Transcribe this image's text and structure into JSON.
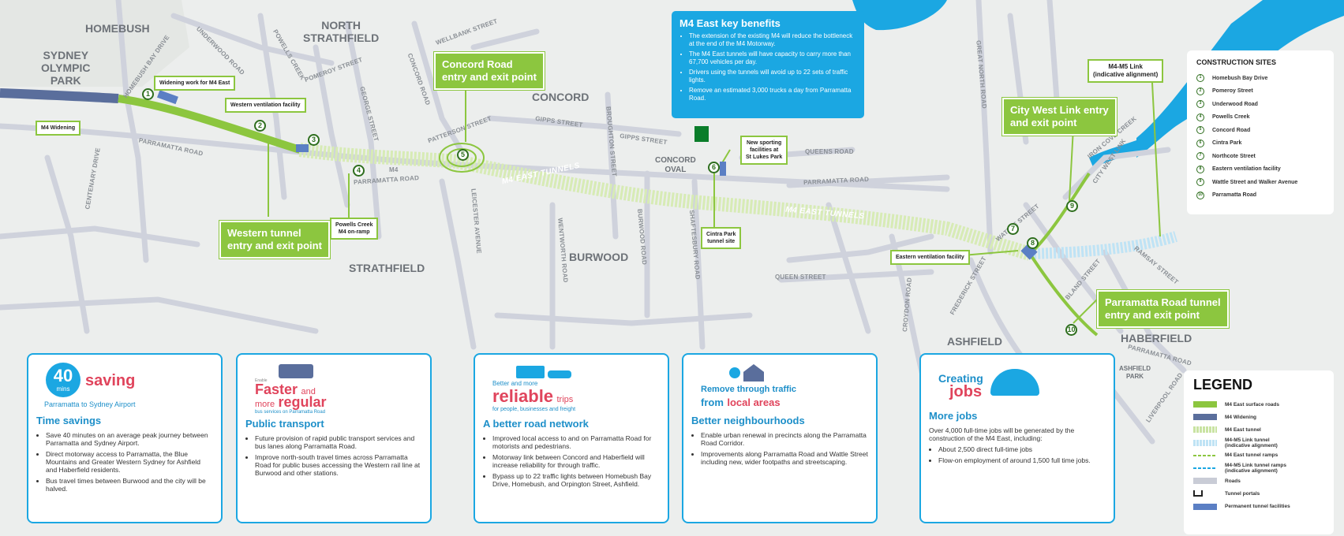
{
  "suburbs": [
    {
      "id": "homebush",
      "label": "HOMEBUSH"
    },
    {
      "id": "sydney-olympic-park",
      "label": "SYDNEY\nOLYMPIC\nPARK"
    },
    {
      "id": "north-strathfield",
      "label": "NORTH\nSTRATHFIELD"
    },
    {
      "id": "concord",
      "label": "CONCORD"
    },
    {
      "id": "concord-oval",
      "label": "CONCORD\nOVAL"
    },
    {
      "id": "strathfield",
      "label": "STRATHFIELD"
    },
    {
      "id": "burwood",
      "label": "BURWOOD"
    },
    {
      "id": "ashfield",
      "label": "ASHFIELD"
    },
    {
      "id": "haberfield",
      "label": "HABERFIELD"
    },
    {
      "id": "ashfield-park",
      "label": "ASHFIELD\nPARK"
    }
  ],
  "streets": [
    {
      "id": "homebush-bay-drive",
      "label": "HOMEBUSH BAY DRIVE"
    },
    {
      "id": "underwood-road",
      "label": "UNDERWOOD ROAD"
    },
    {
      "id": "powells-creek",
      "label": "POWELLS CREEK"
    },
    {
      "id": "pomeroy-street",
      "label": "POMEROY STREET"
    },
    {
      "id": "wellbank-street",
      "label": "WELLBANK STREET"
    },
    {
      "id": "concord-road",
      "label": "CONCORD ROAD"
    },
    {
      "id": "george-street",
      "label": "GEORGE STREET"
    },
    {
      "id": "parramatta-road-west",
      "label": "PARRAMATTA ROAD"
    },
    {
      "id": "parramatta-road-mid",
      "label": "PARRAMATTA ROAD"
    },
    {
      "id": "parramatta-road-east",
      "label": "PARRAMATTA ROAD"
    },
    {
      "id": "parramatta-road-haberfield",
      "label": "PARRAMATTA ROAD"
    },
    {
      "id": "m4-road",
      "label": "M4"
    },
    {
      "id": "centenary-drive",
      "label": "CENTENARY DRIVE"
    },
    {
      "id": "patterson-street",
      "label": "PATTERSON STREET"
    },
    {
      "id": "gipps-street-1",
      "label": "GIPPS STREET"
    },
    {
      "id": "gipps-street-2",
      "label": "GIPPS STREET"
    },
    {
      "id": "queens-road",
      "label": "QUEENS ROAD"
    },
    {
      "id": "leicester-avenue",
      "label": "LEICESTER AVENUE"
    },
    {
      "id": "wentworth-road",
      "label": "WENTWORTH ROAD"
    },
    {
      "id": "broughton-street",
      "label": "BROUGHTON STREET"
    },
    {
      "id": "burwood-road",
      "label": "BURWOOD ROAD"
    },
    {
      "id": "shaftesbury-road",
      "label": "SHAFTESBURY ROAD"
    },
    {
      "id": "queen-street",
      "label": "QUEEN STREET"
    },
    {
      "id": "great-north-road",
      "label": "GREAT NORTH ROAD"
    },
    {
      "id": "iron-cove-creek",
      "label": "IRON COVE CREEK"
    },
    {
      "id": "city-west-link",
      "label": "CITY WEST LINK"
    },
    {
      "id": "wattle-street",
      "label": "WATTLE STREET"
    },
    {
      "id": "frederick-street",
      "label": "FREDERICK STREET"
    },
    {
      "id": "croydon-road",
      "label": "CROYDON ROAD"
    },
    {
      "id": "bland-street",
      "label": "BLAND STREET"
    },
    {
      "id": "ramsay-street",
      "label": "RAMSAY STREET"
    },
    {
      "id": "liverpool-road",
      "label": "LIVERPOOL ROAD"
    }
  ],
  "tunnel_labels": [
    "M4 EAST TUNNELS",
    "M4 EAST TUNNELS"
  ],
  "site_markers": [
    "1",
    "2",
    "3",
    "4",
    "5",
    "6",
    "7",
    "8",
    "9",
    "10"
  ],
  "green_callouts": {
    "concord": "Concord Road\nentry and exit point",
    "western": "Western tunnel\nentry and exit point",
    "city_west": "City West Link entry\nand exit point",
    "parramatta": "Parramatta Road tunnel\nentry and exit point"
  },
  "white_callouts": {
    "m4_widening": "M4 Widening",
    "widening_work": "Widening work for M4 East",
    "western_vent": "Western ventilation facility",
    "powells_ramp": "Powells Creek\nM4 on-ramp",
    "sporting": "New sporting\nfacilities at\nSt Lukes Park",
    "cintra": "Cintra Park\ntunnel site",
    "eastern_vent": "Eastern ventilation facility",
    "m4m5": "M4-M5 Link\n(indicative alignment)"
  },
  "benefits": {
    "title": "M4 East key benefits",
    "items": [
      "The extension of the existing M4 will reduce the bottleneck at the end of the M4 Motorway.",
      "The M4 East tunnels will have capacity to carry more than 67,700 vehicles per day.",
      "Drivers using the tunnels will avoid up to 22 sets of traffic lights.",
      "Remove an estimated 3,000 trucks a day from Parramatta Road."
    ]
  },
  "construction_sites": {
    "title": "CONSTRUCTION SITES",
    "items": [
      {
        "num": "1",
        "name": "Homebush Bay Drive"
      },
      {
        "num": "2",
        "name": "Pomeroy Street"
      },
      {
        "num": "3",
        "name": "Underwood Road"
      },
      {
        "num": "4",
        "name": "Powells Creek"
      },
      {
        "num": "5",
        "name": "Concord Road"
      },
      {
        "num": "6",
        "name": "Cintra Park"
      },
      {
        "num": "7",
        "name": "Northcote Street"
      },
      {
        "num": "8",
        "name": "Eastern ventilation facility"
      },
      {
        "num": "9",
        "name": "Wattle Street and Walker Avenue"
      },
      {
        "num": "10",
        "name": "Parramatta Road"
      }
    ]
  },
  "legend": {
    "title": "LEGEND",
    "items": [
      {
        "label": "M4 East surface roads",
        "swatch": "#8cc63f",
        "style": "solid"
      },
      {
        "label": "M4 Widening",
        "swatch": "#5a6e9c",
        "style": "solid"
      },
      {
        "label": "M4 East tunnel",
        "swatch": "#c9e3a2",
        "style": "dashed"
      },
      {
        "label": "M4-M5 Link tunnel\n(indicative alignment)",
        "swatch": "#bfe3f5",
        "style": "dashed"
      },
      {
        "label": "M4 East tunnel ramps",
        "swatch": "#8cc63f",
        "style": "thin-dash"
      },
      {
        "label": "M4-M5 Link tunnel ramps\n(indicative alignment)",
        "swatch": "#1ba7e2",
        "style": "thin-dash"
      },
      {
        "label": "Roads",
        "swatch": "#c9ccd6",
        "style": "solid"
      },
      {
        "label": "Tunnel portals",
        "swatch": "#222222",
        "style": "portal"
      },
      {
        "label": "Permanent tunnel facilities",
        "swatch": "#5b7fc4",
        "style": "solid"
      }
    ]
  },
  "cards": [
    {
      "id": "time",
      "hero": {
        "big": "40",
        "small": "mins",
        "word": "saving",
        "sub": "Parramatta to Sydney Airport"
      },
      "title": "Time savings",
      "items": [
        "Save 40 minutes on an average peak journey between Parramatta and Sydney Airport.",
        "Direct motorway access to Parramatta, the Blue Mountains and Greater Western Sydney for Ashfield and Haberfield residents.",
        "Bus travel times between Burwood and the city will be halved."
      ]
    },
    {
      "id": "transport",
      "hero": {
        "top": "Enable",
        "line1a": "Faster",
        "line1b": "and",
        "line2a": "more",
        "line2b": "regular",
        "sub": "bus services on Parramatta Road"
      },
      "title": "Public transport",
      "items": [
        "Future provision of rapid public transport services and bus lanes along Parramatta Road.",
        "Improve north-south travel times across Parramatta Road for public buses accessing the Western rail line at Burwood and other stations."
      ]
    },
    {
      "id": "road",
      "hero": {
        "top": "Better and more",
        "big": "reliable",
        "word": "trips",
        "sub": "for people, businesses and freight"
      },
      "title": "A better road network",
      "items": [
        "Improved local access to and on Parramatta Road for motorists and pedestrians.",
        "Motorway link between Concord and Haberfield will increase reliability for through traffic.",
        "Bypass up to 22 traffic lights between Homebush Bay Drive, Homebush, and Orpington Street, Ashfield."
      ]
    },
    {
      "id": "neighbourhoods",
      "hero": {
        "line1": "Remove through traffic",
        "line2a": "from",
        "line2b": "local areas"
      },
      "title": "Better neighbourhoods",
      "items": [
        "Enable urban renewal in precincts along the Parramatta Road Corridor.",
        "Improvements along Parramatta Road and Wattle Street including new, wider footpaths and streetscaping."
      ]
    },
    {
      "id": "jobs",
      "hero": {
        "line1": "Creating",
        "line2": "jobs"
      },
      "title": "More jobs",
      "intro": "Over 4,000 full-time jobs will be generated by the construction of the M4 East, including:",
      "items": [
        "About 2,500 direct full-time jobs",
        "Flow-on employment of around 1,500 full time jobs."
      ]
    }
  ],
  "colors": {
    "green": "#8cc63f",
    "blue": "#1ba7e2",
    "water": "#1ba7e2",
    "red": "#e0445c"
  }
}
